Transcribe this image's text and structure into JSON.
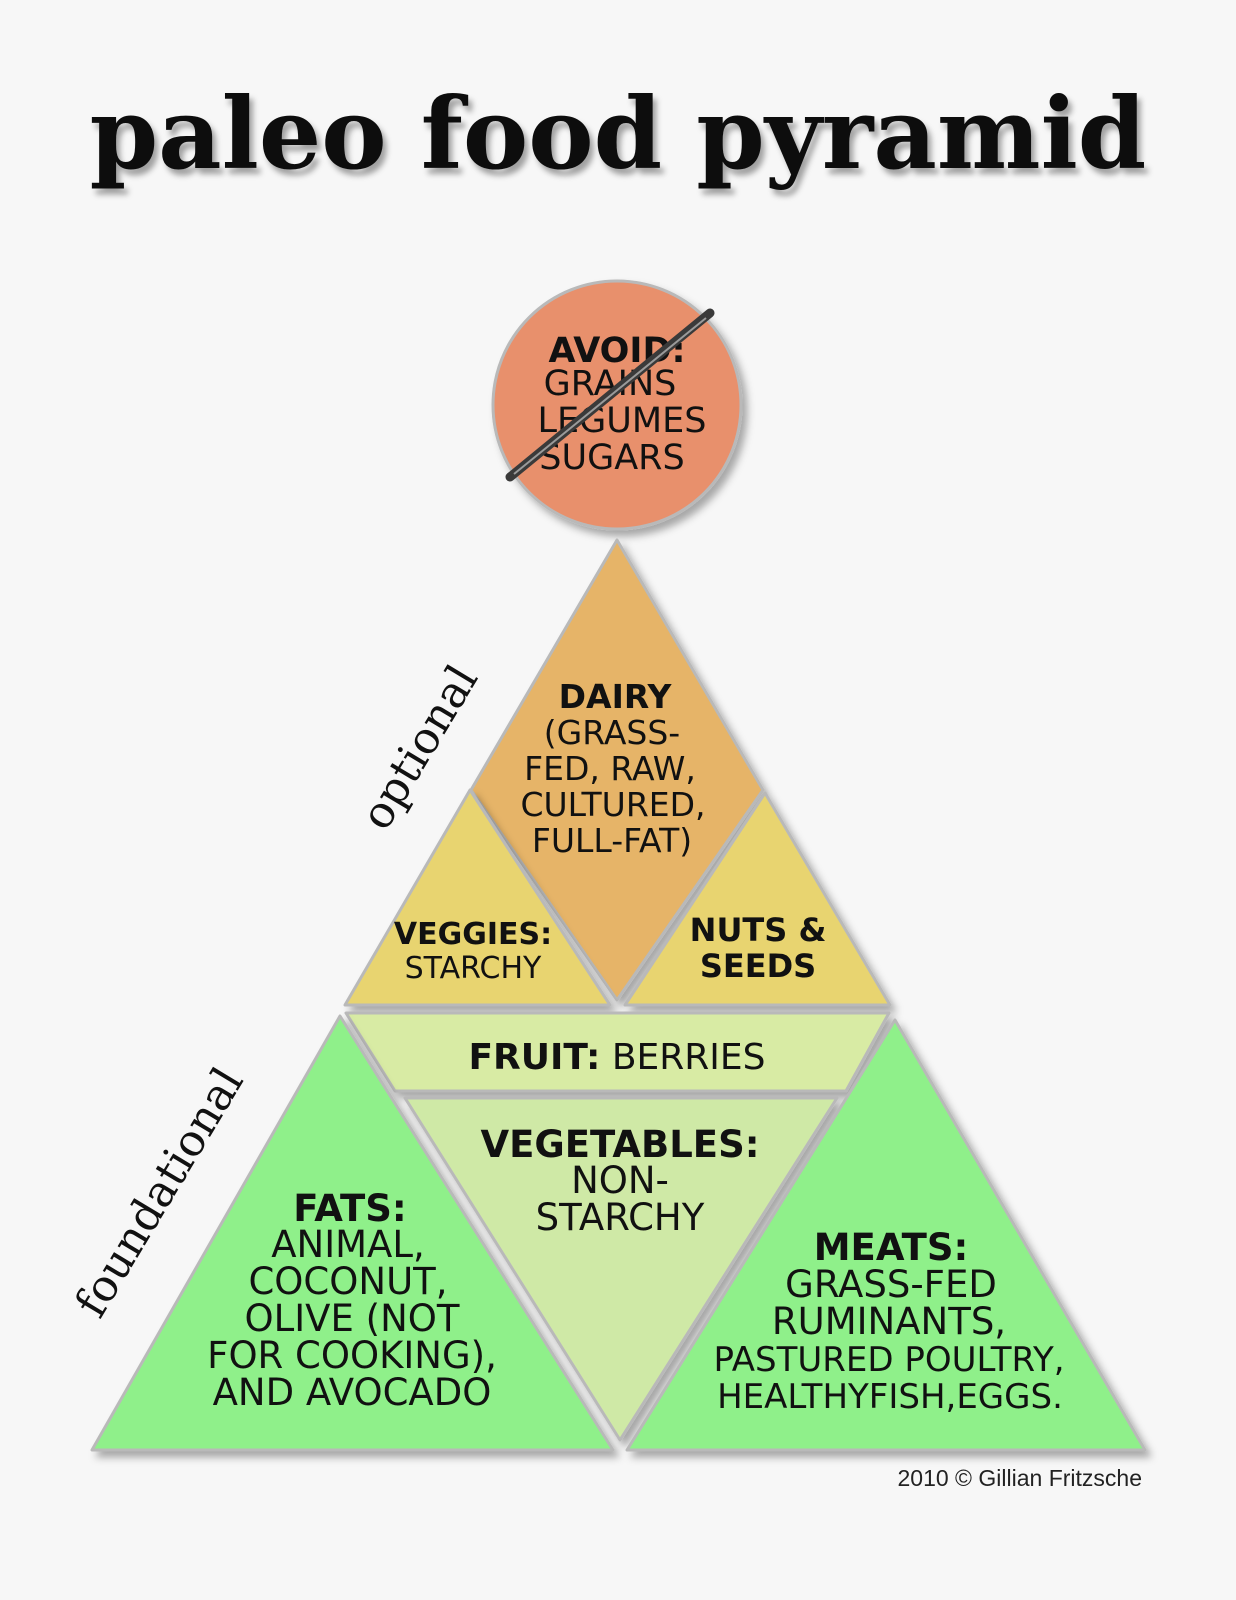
{
  "title": "paleo food pyramid",
  "avoid": {
    "heading": "AVOID:",
    "items": [
      "GRAINS",
      "LEGUMES",
      "SUGARS"
    ]
  },
  "side_labels": {
    "optional": "optional",
    "foundational": "foundational"
  },
  "sections": {
    "dairy": {
      "heading": "DAIRY",
      "lines": [
        "(GRASS-",
        "FED, RAW,",
        "CULTURED,",
        "FULL-FAT)"
      ]
    },
    "veggies_starchy": {
      "heading": "VEGGIES:",
      "lines": [
        "STARCHY"
      ]
    },
    "nuts_seeds": {
      "heading": "NUTS &",
      "lines": [
        "SEEDS"
      ]
    },
    "fruit": {
      "heading": "FRUIT:",
      "detail": " BERRIES"
    },
    "vegetables": {
      "heading": "VEGETABLES:",
      "lines": [
        "NON-",
        "STARCHY"
      ]
    },
    "fats": {
      "heading": "FATS:",
      "lines": [
        "ANIMAL,",
        "COCONUT,",
        "OLIVE (NOT",
        "FOR COOKING),",
        "AND AVOCADO"
      ]
    },
    "meats": {
      "heading": "MEATS:",
      "lines": [
        "GRASS-FED",
        "RUMINANTS,",
        "PASTURED POULTRY,",
        "HEALTHYFISH,EGGS."
      ]
    }
  },
  "credit": "2010 © Gillian Fritzsche",
  "colors": {
    "avoid": "#e8906c",
    "dairy": "#e6b467",
    "optional": "#e8d470",
    "fruit": "#d8eba4",
    "vegetables": "#cfe9a6",
    "foundational": "#8ff08a",
    "background": "#f7f7f7"
  }
}
